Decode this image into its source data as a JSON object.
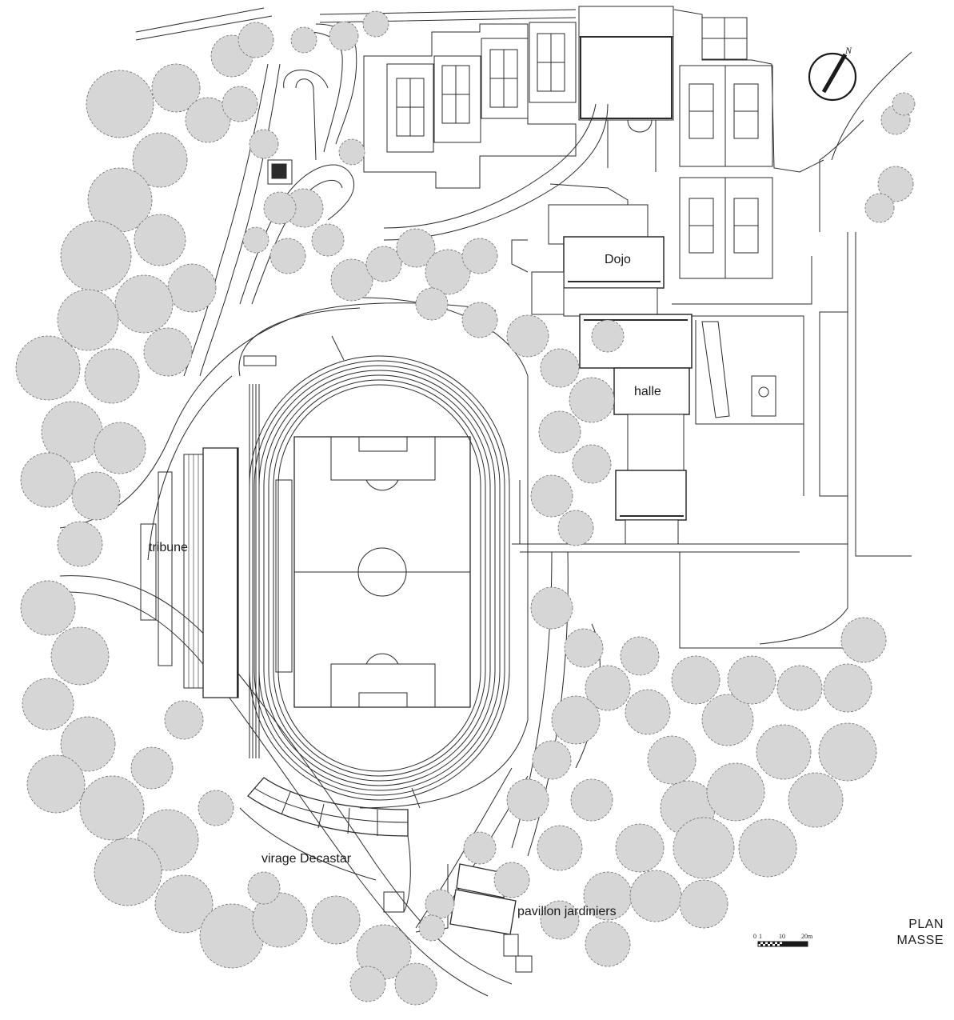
{
  "labels": {
    "dojo": "Dojo",
    "halle": "halle",
    "tribune": "tribune",
    "virage": "virage Decastar",
    "pavillon": "pavillon jardiniers"
  },
  "title": {
    "line1": "PLAN",
    "line2": "MASSE"
  },
  "scale": {
    "t0": "0",
    "t1": "1",
    "t10": "10",
    "t20": "20m"
  },
  "north": "N",
  "colors": {
    "tree_fill": "#d6d6d6",
    "tree_stroke": "#6d6d6d",
    "line": "#2b2b2b",
    "background": "#ffffff"
  }
}
